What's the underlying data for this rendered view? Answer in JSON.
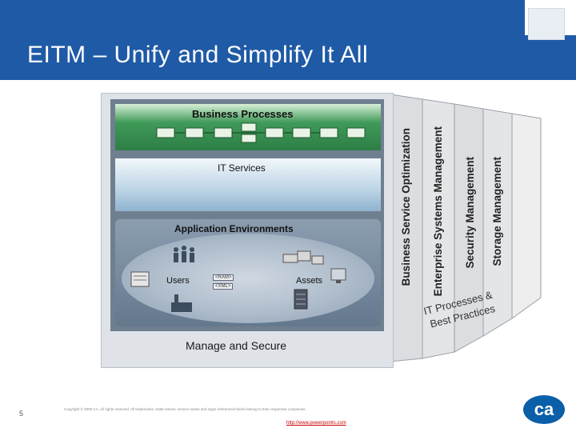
{
  "header": {
    "title": "EITM – Unify and Simplify It All",
    "bar_color": "#1f5aa6"
  },
  "diagram": {
    "business_processes": "Business Processes",
    "it_services": "IT Services",
    "application_environments": "Application Environments",
    "users": "Users",
    "assets": "Assets",
    "ram_tag": "<RAM>",
    "xml_tag": "<XML>",
    "manage_secure": "Manage and Secure",
    "pillars": {
      "storage": "Storage Management",
      "security": "Security Management",
      "enterprise": "Enterprise Systems Management",
      "business": "Business Service Optimization"
    },
    "processes_line1": "IT Processes &",
    "processes_line2": "Best Practices"
  },
  "colors": {
    "green": "#3f9a58",
    "blue_band": "#bcd4e6",
    "gray_panel": "#6f7f90",
    "pillar_gray": "#d9dadc",
    "ca_blue": "#0a5fa8"
  },
  "footer": {
    "slide_number": "5",
    "copyright": "Copyright © 2006 CA. All rights reserved. All trademarks, trade names, service marks and logos referenced herein belong to their respective companies.",
    "url": "http://www.powerpoints.com"
  },
  "logo": {
    "text": "ca"
  }
}
